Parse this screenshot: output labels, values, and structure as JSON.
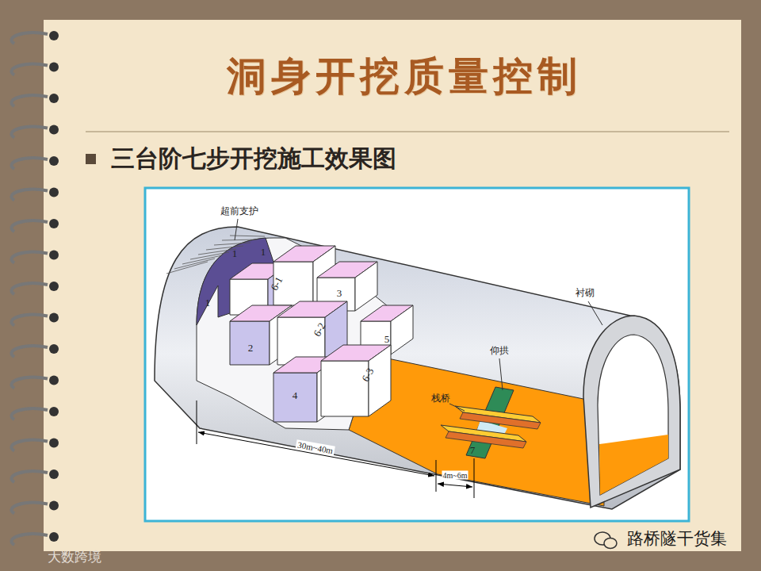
{
  "diagram": {
    "title": "洞身开挖质量控制",
    "labels": [
      "三台阶七步开挖施工效果图",
      "超前支护",
      "1",
      "1",
      "1",
      "6-1",
      "3",
      "2",
      "6-2",
      "5",
      "4",
      "6-3",
      "衬砌",
      "仰拱",
      "栈桥",
      "7",
      "30m~40m",
      "4m~6m",
      "路桥隧干货集",
      "大数跨境"
    ]
  }
}
